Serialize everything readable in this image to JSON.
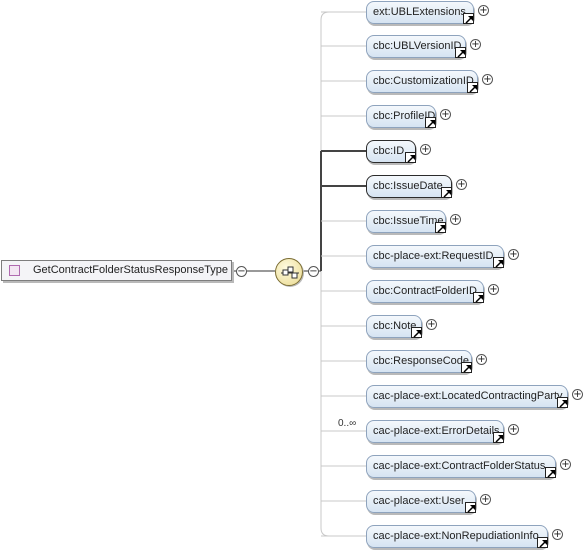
{
  "root": {
    "label": "GetContractFolderStatusResponseType"
  },
  "icons": {
    "collapse": "minus-circle-icon",
    "expand": "plus-circle-icon",
    "sequence": "sequence-compositor-icon",
    "reference": "reference-arrow-icon",
    "complex_type": "complex-type-icon"
  },
  "toggle": {
    "collapse_glyph": "−",
    "expand_glyph": "+"
  },
  "elements": [
    {
      "label": "ext:UBLExtensions",
      "required": false
    },
    {
      "label": "cbc:UBLVersionID",
      "required": false
    },
    {
      "label": "cbc:CustomizationID",
      "required": false
    },
    {
      "label": "cbc:ProfileID",
      "required": false
    },
    {
      "label": "cbc:ID",
      "required": true
    },
    {
      "label": "cbc:IssueDate",
      "required": true
    },
    {
      "label": "cbc:IssueTime",
      "required": false
    },
    {
      "label": "cbc-place-ext:RequestID",
      "required": false
    },
    {
      "label": "cbc:ContractFolderID",
      "required": false
    },
    {
      "label": "cbc:Note",
      "required": false
    },
    {
      "label": "cbc:ResponseCode",
      "required": false
    },
    {
      "label": "cac-place-ext:LocatedContractingParty",
      "required": false
    },
    {
      "label": "cac-place-ext:ErrorDetails",
      "required": false,
      "occurrence": "0..∞"
    },
    {
      "label": "cac-place-ext:ContractFolderStatus",
      "required": false
    },
    {
      "label": "cac-place-ext:User",
      "required": false
    },
    {
      "label": "cac-place-ext:NonRepudiationInfo",
      "required": false
    }
  ]
}
